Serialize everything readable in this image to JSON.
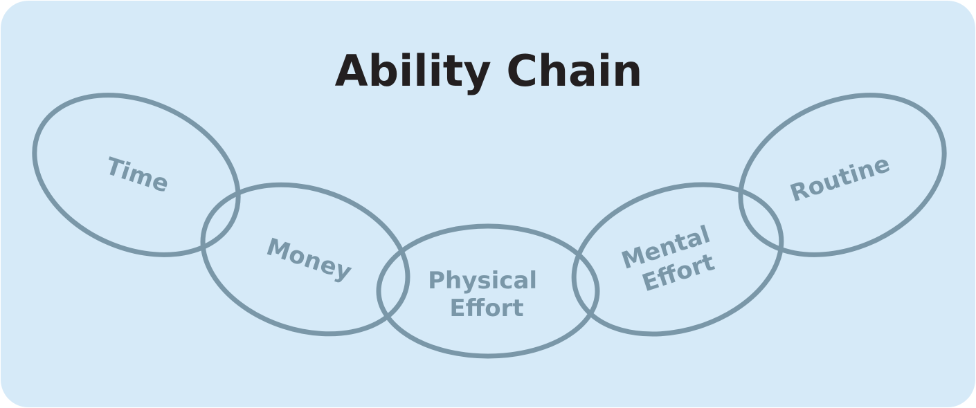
{
  "title": "Ability Chain",
  "colors": {
    "background": "#d6eaf8",
    "ring": "#7a97a8",
    "label": "#7a97a8",
    "title": "#231f20"
  },
  "links": [
    {
      "lines": [
        "Time"
      ]
    },
    {
      "lines": [
        "Money"
      ]
    },
    {
      "lines": [
        "Physical",
        "Effort"
      ]
    },
    {
      "lines": [
        "Mental",
        "Effort"
      ]
    },
    {
      "lines": [
        "Routine"
      ]
    }
  ]
}
